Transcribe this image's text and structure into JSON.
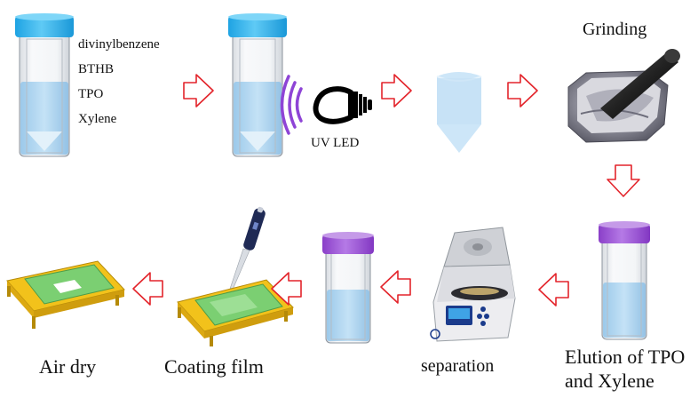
{
  "reagents": [
    "divinylbenzene",
    "BTHB",
    "TPO",
    "Xylene"
  ],
  "labels": {
    "uv_led": "UV LED",
    "grinding": "Grinding",
    "elution_line1": "Elution of TPO",
    "elution_line2": "and Xylene",
    "separation": "separation",
    "coating_film": "Coating film",
    "air_dry": "Air dry"
  },
  "colors": {
    "cap_blue": "#33b6ef",
    "cap_purple": "#9f54d6",
    "liquid": "#a9d4f0",
    "arrow": "#e3242b",
    "uv_wave": "#8e44d6",
    "board": "#f2c21b",
    "mesh": "#7bcf72"
  }
}
